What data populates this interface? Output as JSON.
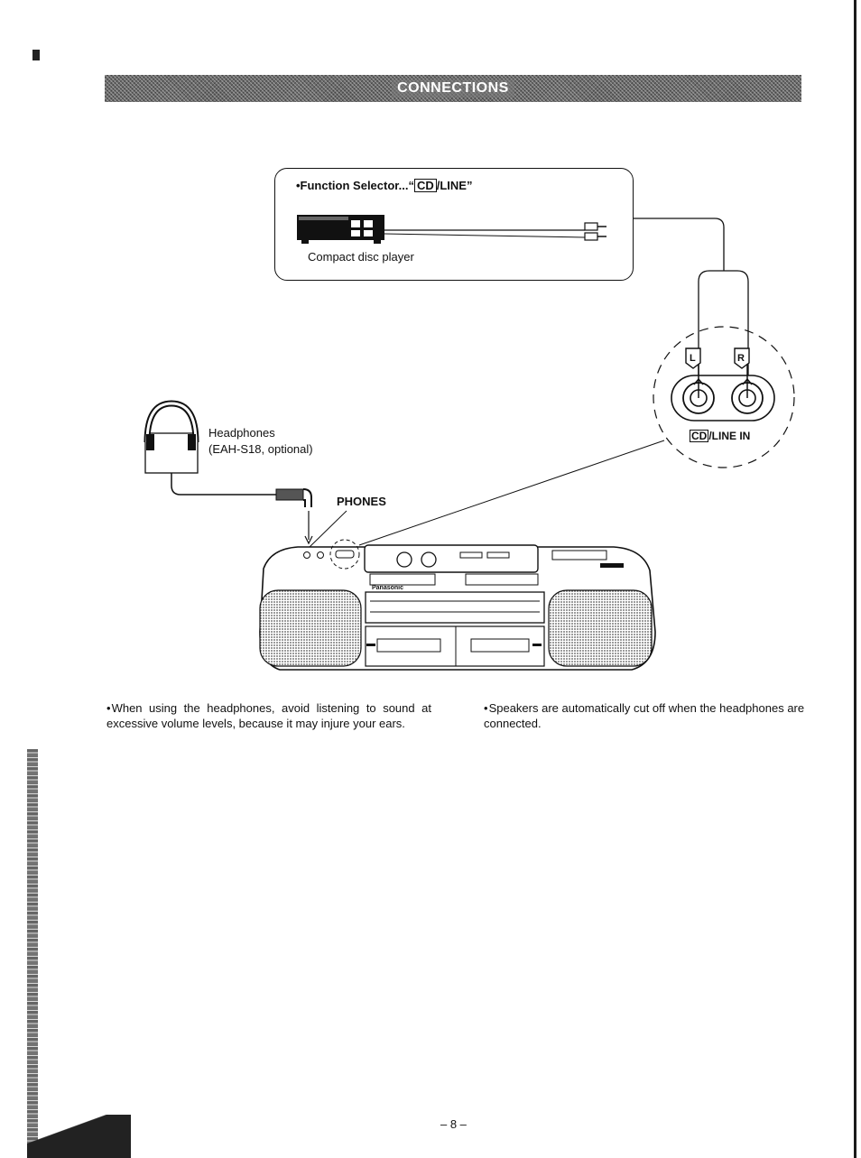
{
  "header": {
    "title": "CONNECTIONS"
  },
  "cd_player": {
    "function_prefix": "•Function Selector...“",
    "function_boxed": "CD",
    "function_suffix": "/LINE”",
    "caption": "Compact disc player"
  },
  "headphones": {
    "name": "Headphones",
    "model": "(EAH-S18, optional)"
  },
  "jacks": {
    "phones": "PHONES",
    "left_label": "L",
    "right_label": "R",
    "line_in_boxed": "CD",
    "line_in_suffix": "/LINE IN"
  },
  "stereo": {
    "brand": "Panasonic"
  },
  "notes": {
    "left": "When using the headphones, avoid listening to sound at excessive volume levels, because it may injure your ears.",
    "right": "Speakers are automatically cut off when the headphones are connected."
  },
  "footer": {
    "page_number": "– 8 –"
  }
}
